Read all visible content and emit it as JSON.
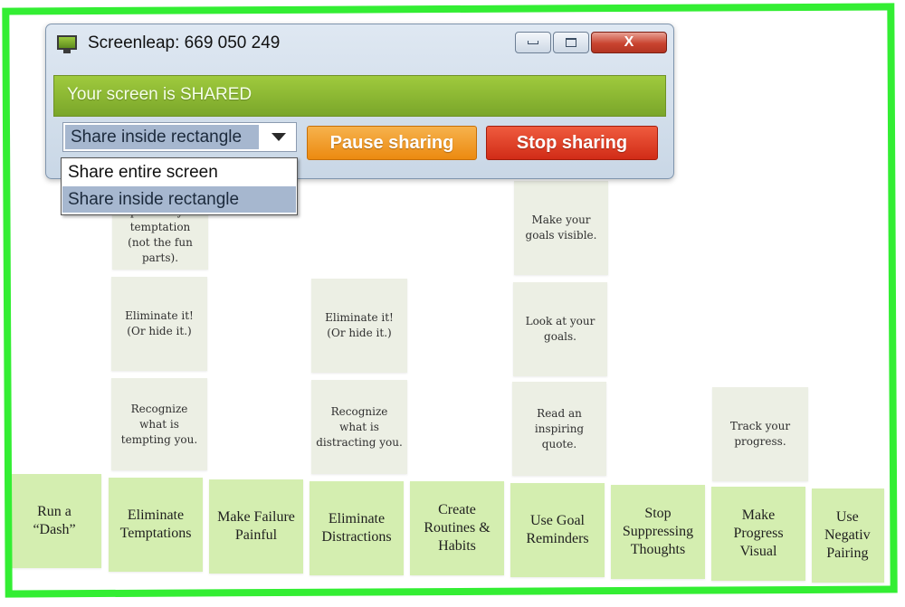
{
  "window": {
    "title": "Screenleap: 669 050 249",
    "status": "Your screen is SHARED",
    "share_mode": {
      "selected": "Share inside rectangle",
      "options": [
        "Share entire screen",
        "Share inside rectangle"
      ]
    },
    "pause_label": "Pause sharing",
    "stop_label": "Stop sharing",
    "close_glyph": "X"
  },
  "colors": {
    "share_border": "#33ee33",
    "status_bar": "#8cb832",
    "pause_button": "#f0961c",
    "stop_button": "#de3a22",
    "note": "#ecefe4",
    "label_card": "#d4eeb0"
  },
  "board": {
    "labels": [
      "Run a\n“Dash”",
      "Eliminate\nTemptations",
      "Make Failure\nPainful",
      "Eliminate\nDistractions",
      "Create\nRoutines &\nHabits",
      "Use Goal\nReminders",
      "Stop\nSuppressing\nThoughts",
      "Make\nProgress\nVisual",
      "Use\nNegativ\nPairing"
    ],
    "notes": {
      "temptations_top": "aspects of your\ntemptation\n(not the fun parts).",
      "temptations_eliminate": "Eliminate it!\n(Or hide it.)",
      "temptations_recognize": "Recognize\nwhat is\ntempting you.",
      "distractions_eliminate": "Eliminate it!\n(Or hide it.)",
      "distractions_recognize": "Recognize\nwhat is\ndistracting you.",
      "goals_visible": "Make your\ngoals visible.",
      "goals_look": "Look at your\ngoals.",
      "goals_read": "Read an\ninspiring\nquote.",
      "progress_track": "Track your\nprogress."
    }
  }
}
